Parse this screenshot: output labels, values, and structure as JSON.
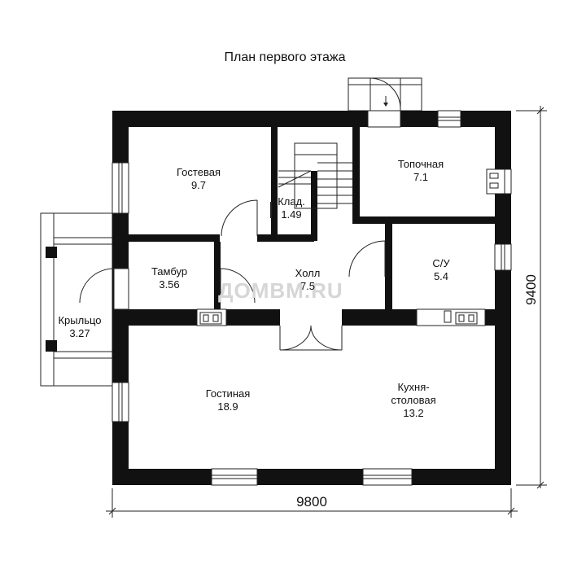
{
  "title": "План первого этажа",
  "watermark": "ДОМВМ.RU",
  "rooms": {
    "guest": {
      "name": "Гостевая",
      "area": "9.7"
    },
    "pantry": {
      "name": "Клад.",
      "area": "1.49"
    },
    "boiler": {
      "name": "Топочная",
      "area": "7.1"
    },
    "vestibule": {
      "name": "Тамбур",
      "area": "3.56"
    },
    "hall": {
      "name": "Холл",
      "area": "7.5"
    },
    "bath": {
      "name": "С/У",
      "area": "5.4"
    },
    "porch": {
      "name": "Крыльцо",
      "area": "3.27"
    },
    "living": {
      "name": "Гостиная",
      "area": "18.9"
    },
    "kitchen": {
      "name_line1": "Кухня-",
      "name_line2": "столовая",
      "area": "13.2"
    }
  },
  "dimensions": {
    "width": "9800",
    "height": "9400"
  }
}
